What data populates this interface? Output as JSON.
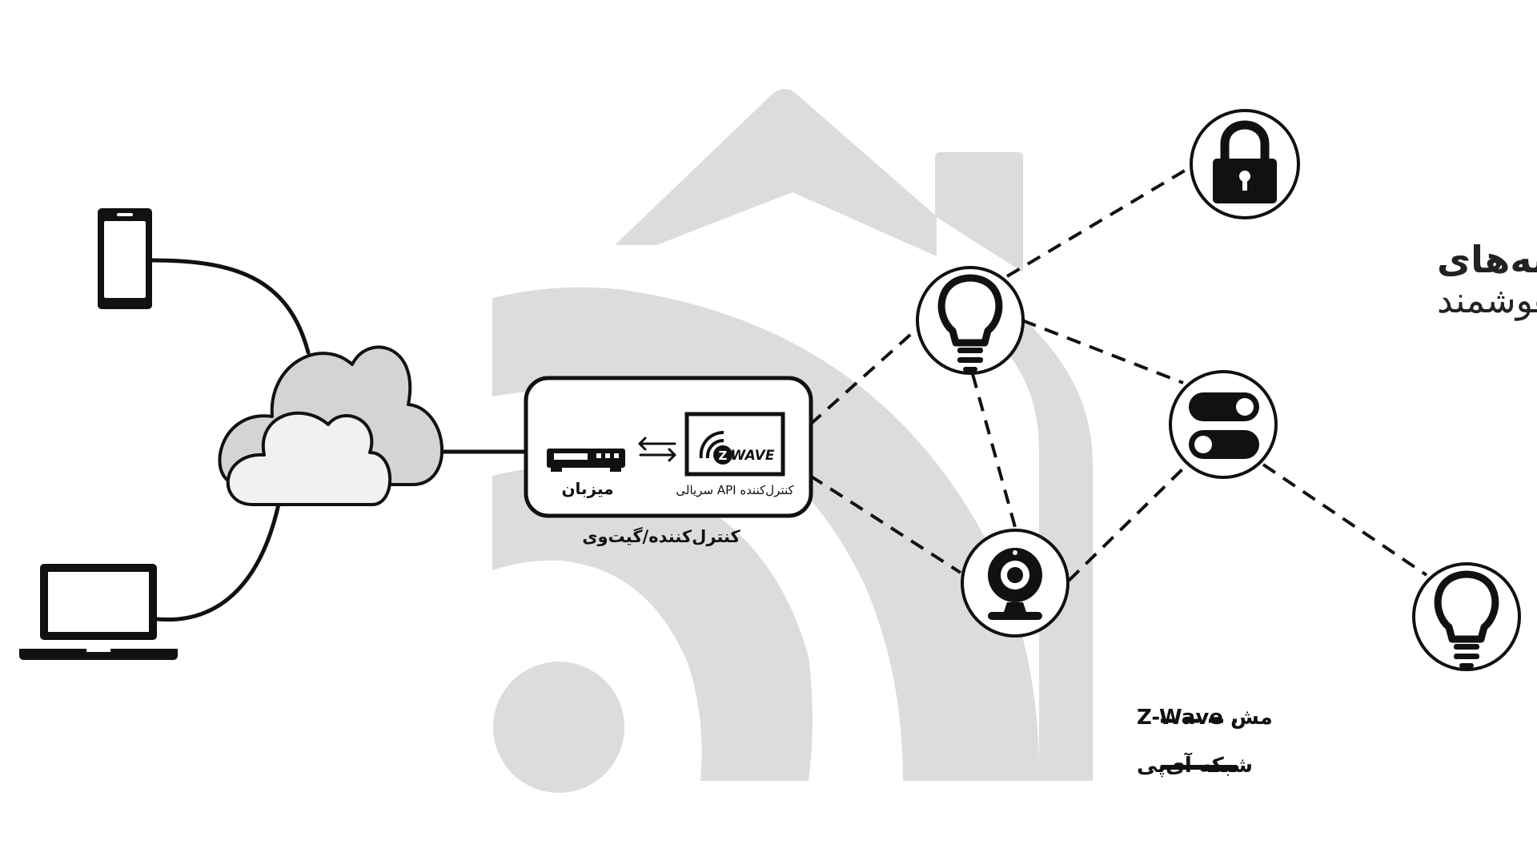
{
  "brand": {
    "title_line1": "خانه‌های",
    "title_line2": "هوشمند"
  },
  "gateway": {
    "host_label": "میزبان",
    "serial_api_label": "کنترل‌کننده API سریالی",
    "zwave_logo_text": "WAVE",
    "zwave_logo_letter": "Z",
    "caption": "کنترل‌کننده/گیت‌وی"
  },
  "legend": {
    "mesh_label": "مش Z-Wave",
    "ip_label": "شبکه آی‌پی"
  },
  "icons": {
    "phone": "smartphone-icon",
    "laptop": "laptop-icon",
    "cloud": "cloud-icon",
    "host": "set-top-box-icon",
    "exchange": "exchange-arrows-icon",
    "zwave": "zwave-logo",
    "bulb_top": "light-bulb-icon",
    "lock": "padlock-icon",
    "switch": "toggle-switch-icon",
    "camera": "webcam-icon",
    "bulb_right": "light-bulb-icon"
  },
  "colors": {
    "ink": "#111111",
    "watermark": "#dcdcdf",
    "cloud_back": "#d4d4d4",
    "cloud_front": "#f1f1f1"
  }
}
